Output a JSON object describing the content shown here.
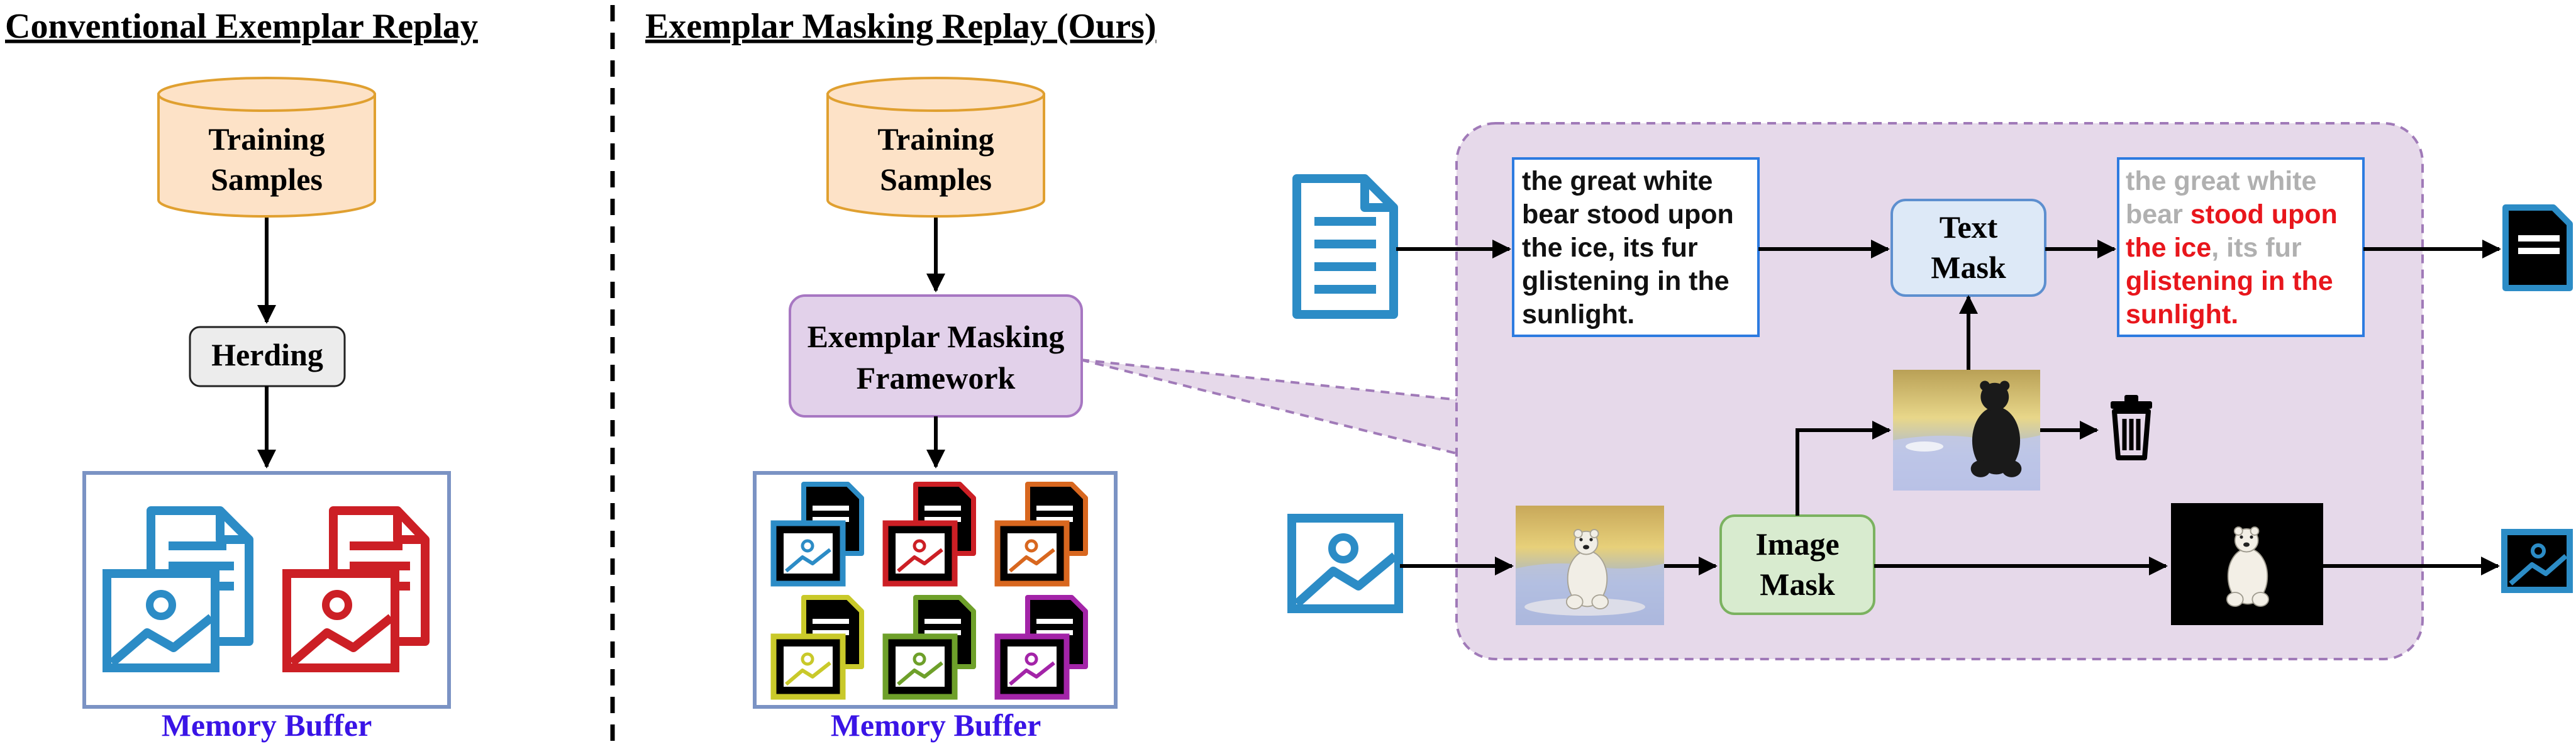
{
  "left_panel": {
    "title": "Conventional Exemplar Replay",
    "db_line1": "Training",
    "db_line2": "Samples",
    "herding": "Herding",
    "memory_label": "Memory Buffer"
  },
  "right_panel": {
    "title": "Exemplar Masking Replay (Ours)",
    "db_line1": "Training",
    "db_line2": "Samples",
    "framework_line1": "Exemplar Masking",
    "framework_line2": "Framework",
    "memory_label": "Memory Buffer"
  },
  "detail": {
    "text_lines": [
      "the great white",
      "bear stood upon",
      "the ice, its fur",
      "glistening in the",
      "sunlight."
    ],
    "text_mask_line1": "Text",
    "text_mask_line2": "Mask",
    "image_mask_line1": "Image",
    "image_mask_line2": "Mask",
    "masked_text": [
      [
        {
          "t": "the great white",
          "c": "gray"
        }
      ],
      [
        {
          "t": "bear ",
          "c": "gray"
        },
        {
          "t": "stood upon",
          "c": "red"
        }
      ],
      [
        {
          "t": "the ice",
          "c": "red"
        },
        {
          "t": ", its fur",
          "c": "gray"
        }
      ],
      [
        {
          "t": "glistening in the",
          "c": "red"
        }
      ],
      [
        {
          "t": "sunlight.",
          "c": "red"
        }
      ]
    ]
  },
  "colors": {
    "db_fill": "#fde2c7",
    "db_stroke": "#e0a030",
    "herding_fill": "#ececec",
    "framework_fill": "#e2d1ea",
    "framework_stroke": "#a777c2",
    "detail_bg": "#e6d9ea",
    "detail_stroke": "#a07ab8",
    "text_box_stroke": "#2d7be0",
    "text_mask_fill": "#dde9f7",
    "text_mask_stroke": "#5d8fcf",
    "image_mask_fill": "#d8ebcf",
    "image_mask_stroke": "#7bb260",
    "icon_blue": "#2c8cc6",
    "icon_red": "#cc1f25",
    "buffer_stroke": "#7b93c4",
    "memory_label": "#3a14e6",
    "masked_red": "#e8161c",
    "masked_gray": "#b0b0b0",
    "thumb_colors": [
      "#2c8cc6",
      "#cc1f25",
      "#d8671f",
      "#c9c92a",
      "#6ea02a",
      "#a324a8"
    ]
  },
  "icons": [
    "document-icon",
    "image-icon",
    "trash-icon",
    "masked-document-icon",
    "masked-image-icon"
  ]
}
